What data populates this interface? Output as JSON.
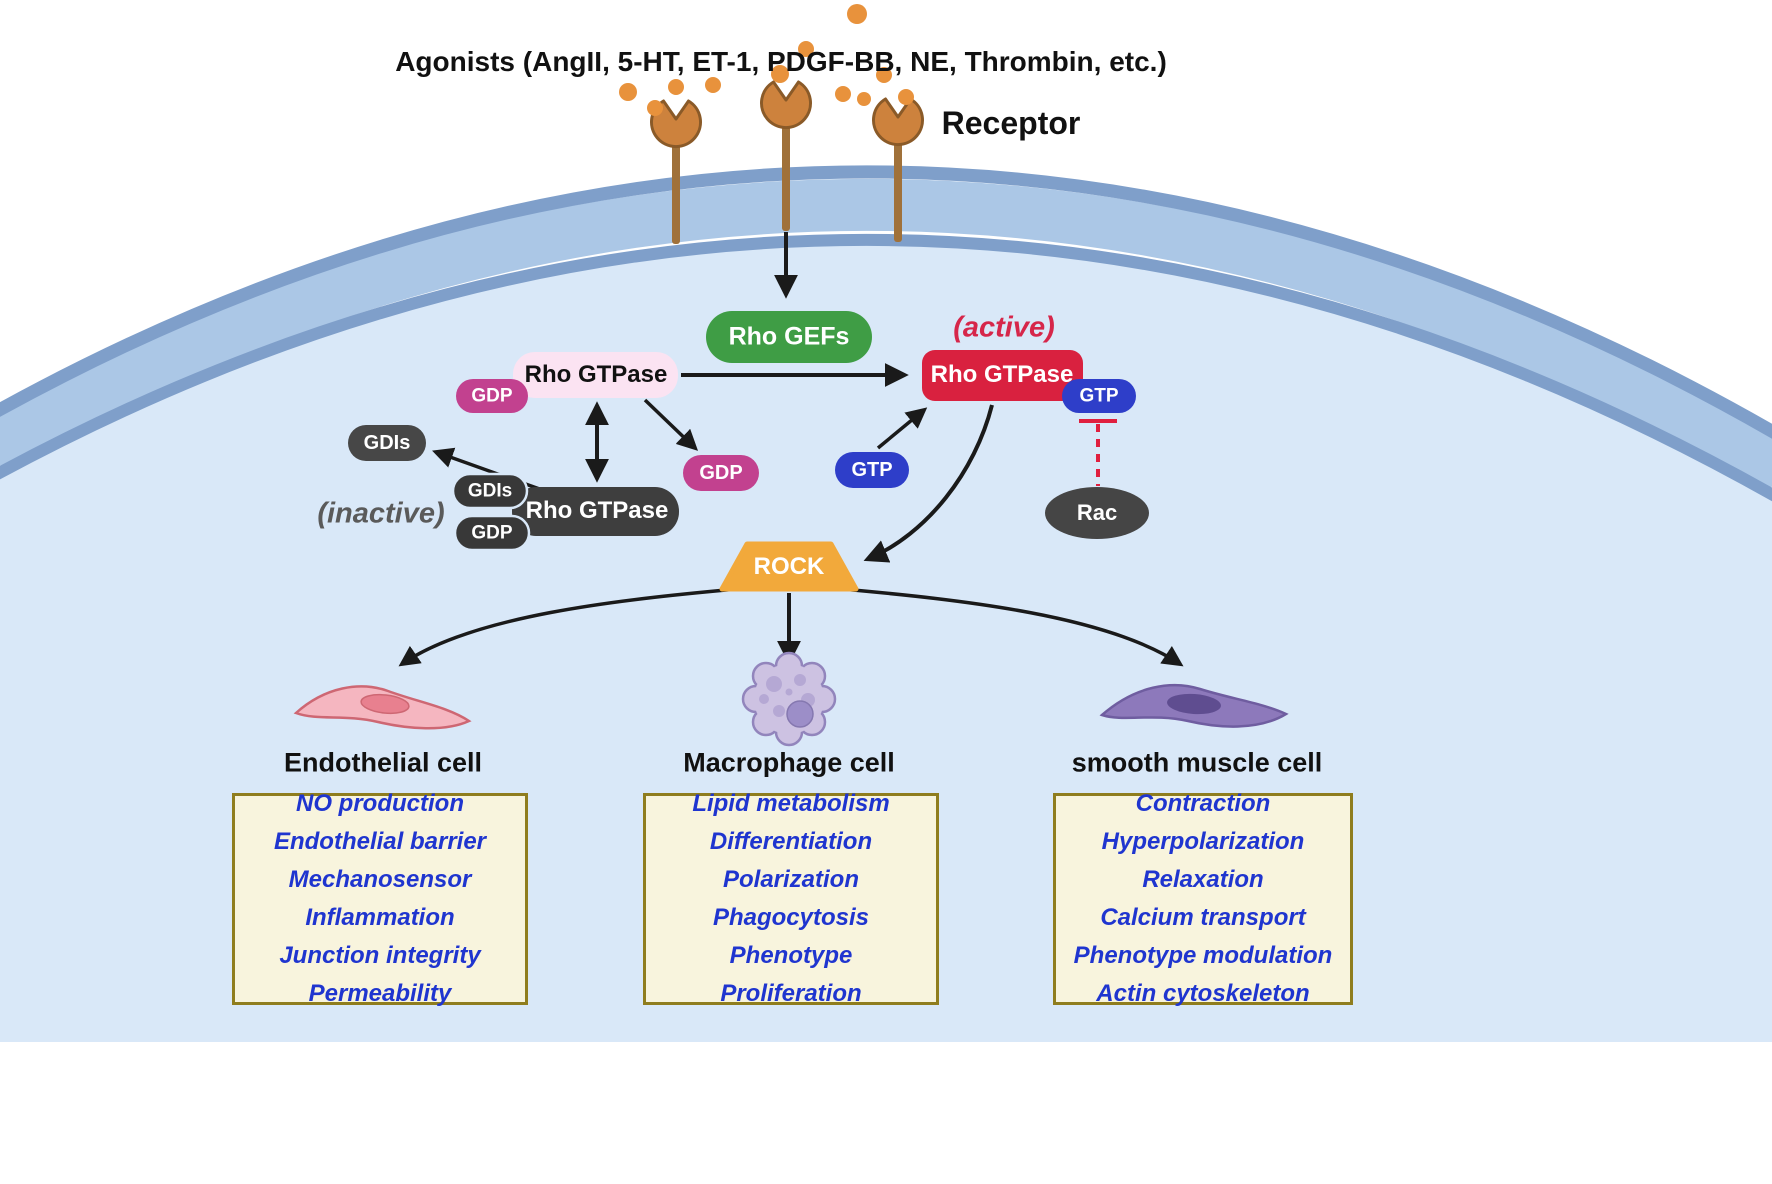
{
  "title": {
    "agonists": "Agonists (AngII, 5-HT, ET-1, PDGF-BB, NE, Thrombin, etc.)",
    "receptor": "Receptor"
  },
  "pathway": {
    "rho_gefs": "Rho GEFs",
    "active": "(active)",
    "inactive": "(inactive)",
    "rho_gtpase": "Rho GTPase",
    "gdp": "GDP",
    "gtp": "GTP",
    "gdis": "GDIs",
    "rac": "Rac",
    "rock": "ROCK"
  },
  "colors": {
    "membrane_band": "#abc7e6",
    "membrane_edge": "#7f9fca",
    "cytoplasm": "#d9e8f8",
    "agonist_orange": "#e8923c",
    "receptor_brown": "#cd823d",
    "rho_gefs_green": "#3f9d45",
    "active_red": "#d9213f",
    "inactive_gray": "#414141",
    "gdp_magenta": "#c2418f",
    "gtp_blue": "#2e3ec9",
    "rock_orange": "#f2a93b",
    "pink_rho": "#fbe3f2",
    "box_bg": "#f8f4dd",
    "box_border": "#8f7d1e",
    "function_text": "#1f35cf"
  },
  "cells": [
    {
      "name": "Endothelial cell",
      "functions": [
        "NO production",
        "Endothelial barrier",
        "Mechanosensor",
        "Inflammation",
        "Junction integrity",
        "Permeability"
      ]
    },
    {
      "name": "Macrophage cell",
      "functions": [
        "Lipid metabolism",
        "Differentiation",
        "Polarization",
        "Phagocytosis",
        "Phenotype",
        "Proliferation"
      ]
    },
    {
      "name": "smooth muscle cell",
      "functions": [
        "Contraction",
        "Hyperpolarization",
        "Relaxation",
        "Calcium transport",
        "Phenotype modulation",
        "Actin cytoskeleton"
      ]
    }
  ]
}
